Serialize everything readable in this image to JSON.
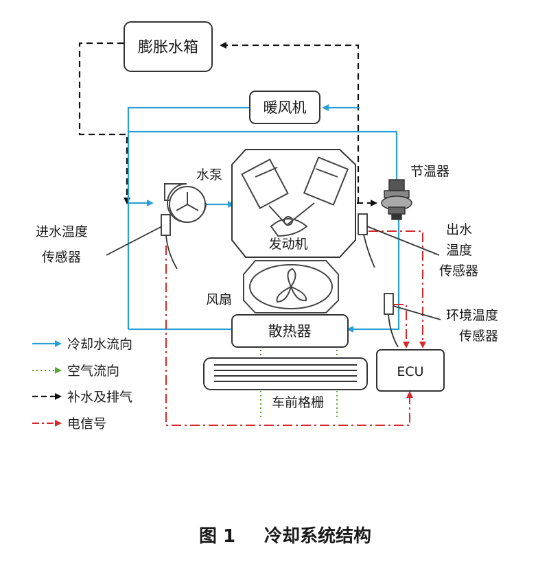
{
  "labels": {
    "expansion_tank": "膨胀水箱",
    "heater": "暖风机",
    "water_pump": "水泵",
    "thermostat": "节温器",
    "inlet_sensor_line1": "进水温度",
    "inlet_sensor_line2": "传感器",
    "engine": "发动机",
    "outlet_sensor_line1": "出水",
    "outlet_sensor_line2": "温度",
    "outlet_sensor_line3": "传感器",
    "fan": "风扇",
    "ambient_sensor_line1": "环境温度",
    "ambient_sensor_line2": "传感器",
    "radiator": "散热器",
    "ecu": "ECU",
    "front_grille": "车前格栅"
  },
  "legend": [
    {
      "label": "冷却水流向",
      "style": "solid",
      "color": "#2a9fd6"
    },
    {
      "label": "空气流向",
      "style": "dotted",
      "color": "#5aa832"
    },
    {
      "label": "补水及排气",
      "style": "dashed",
      "color": "#111111"
    },
    {
      "label": "电信号",
      "style": "dashdot",
      "color": "#d62a2a"
    }
  ],
  "caption": {
    "number": "图 1",
    "title": "冷却系统结构"
  },
  "colors": {
    "coolant": "#2a9fd6",
    "air": "#5aa832",
    "refill": "#111111",
    "signal": "#d62a2a"
  }
}
